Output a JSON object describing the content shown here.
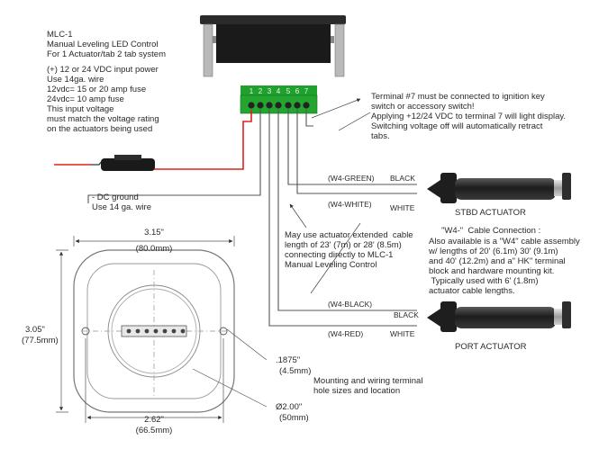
{
  "controller": {
    "model": "MLC-1",
    "name": "Manual Leveling LED Control",
    "system": "For 1 Actuator/tab 2 tab system",
    "power": [
      "(+) 12 or 24 VDC input power",
      "Use 14ga. wire",
      "12vdc= 15 or 20 amp fuse",
      "24vdc= 10 amp fuse",
      "This input voltage",
      "must match the voltage rating",
      "on the actuators being used"
    ],
    "terminal_numbers": [
      "1",
      "2",
      "3",
      "4",
      "5",
      "6",
      "7"
    ]
  },
  "ground_note": [
    "- DC ground",
    "Use 14 ga. wire"
  ],
  "terminal7_note": [
    "Terminal #7 must be connected to ignition key",
    "switch or accessory switch!",
    "Applying +12/24 VDC to terminal 7 will light display.",
    "Switching voltage off will automatically retract",
    "tabs."
  ],
  "cable_length_note": [
    "May use actuator extended  cable",
    "length of 23' (7m) or 28' (8.5m)",
    "connecting directly to MLC-1",
    "Manual Leveling Control"
  ],
  "w4_note": [
    "\"W4-\"  Cable Connection :",
    "Also available is a \"W4\" cable assembly",
    "w/ lengths of 20' (6.1m) 30' (9.1m)",
    "and 40' (12.2m) and a\" HK\" terminal",
    "block and hardware mounting kit.",
    " Typically used with 6' (1.8m)",
    "actuator cable lengths."
  ],
  "wires": {
    "stbd_top": {
      "code": "(W4-GREEN)",
      "color": "BLACK"
    },
    "stbd_bottom": {
      "code": "(W4-WHITE)",
      "color": "WHITE"
    },
    "port_top": {
      "code": "(W4-BLACK)",
      "color": "BLACK"
    },
    "port_bottom": {
      "code": "(W4-RED)",
      "color": "WHITE"
    }
  },
  "actuators": {
    "stbd": "STBD ACTUATOR",
    "port": "PORT ACTUATOR"
  },
  "dimensions": {
    "width_in": "3.15\"",
    "width_mm": "(80.0mm)",
    "height_in": "3.05\"",
    "height_mm": "(77.5mm)",
    "hole_spacing_in": "2.62\"",
    "hole_spacing_mm": "(66.5mm)",
    "hole_in": ".1875\"",
    "hole_mm": "(4.5mm)",
    "cutout_in": "Ø2.00\"",
    "cutout_mm": "(50mm)",
    "mount_note": [
      "Mounting and wiring terminal",
      "hole sizes and location"
    ]
  },
  "colors": {
    "power_wire": "#e0201c",
    "line": "#555555",
    "terminal_green": "#1fa12e"
  }
}
